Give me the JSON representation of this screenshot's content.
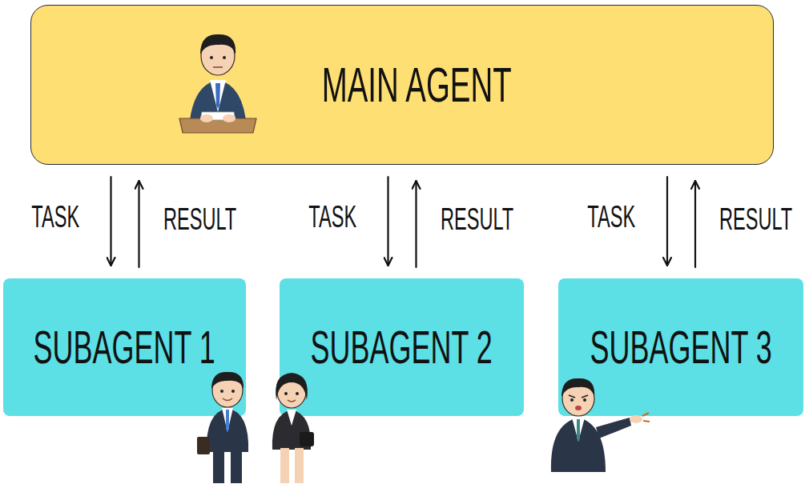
{
  "diagram": {
    "nodes": [
      {
        "text": [
          "MAIN AGENT"
        ]
      },
      {
        "text": [
          "SUBAGENT 1"
        ]
      },
      {
        "text": [
          "SUBAGENT 2"
        ]
      },
      {
        "text": [
          "SUBAGENT 3"
        ]
      }
    ],
    "edges": [
      {
        "from": 0,
        "to": 1,
        "arrow": "to",
        "label": "TASK"
      },
      {
        "from": 1,
        "to": 0,
        "arrow": "to",
        "label": "RESULT"
      },
      {
        "from": 0,
        "to": 2,
        "arrow": "to",
        "label": "TASK"
      },
      {
        "from": 2,
        "to": 0,
        "arrow": "to",
        "label": "RESULT"
      },
      {
        "from": 0,
        "to": 3,
        "arrow": "to",
        "label": "TASK"
      },
      {
        "from": 3,
        "to": 0,
        "arrow": "to",
        "label": "RESULT"
      }
    ]
  }
}
